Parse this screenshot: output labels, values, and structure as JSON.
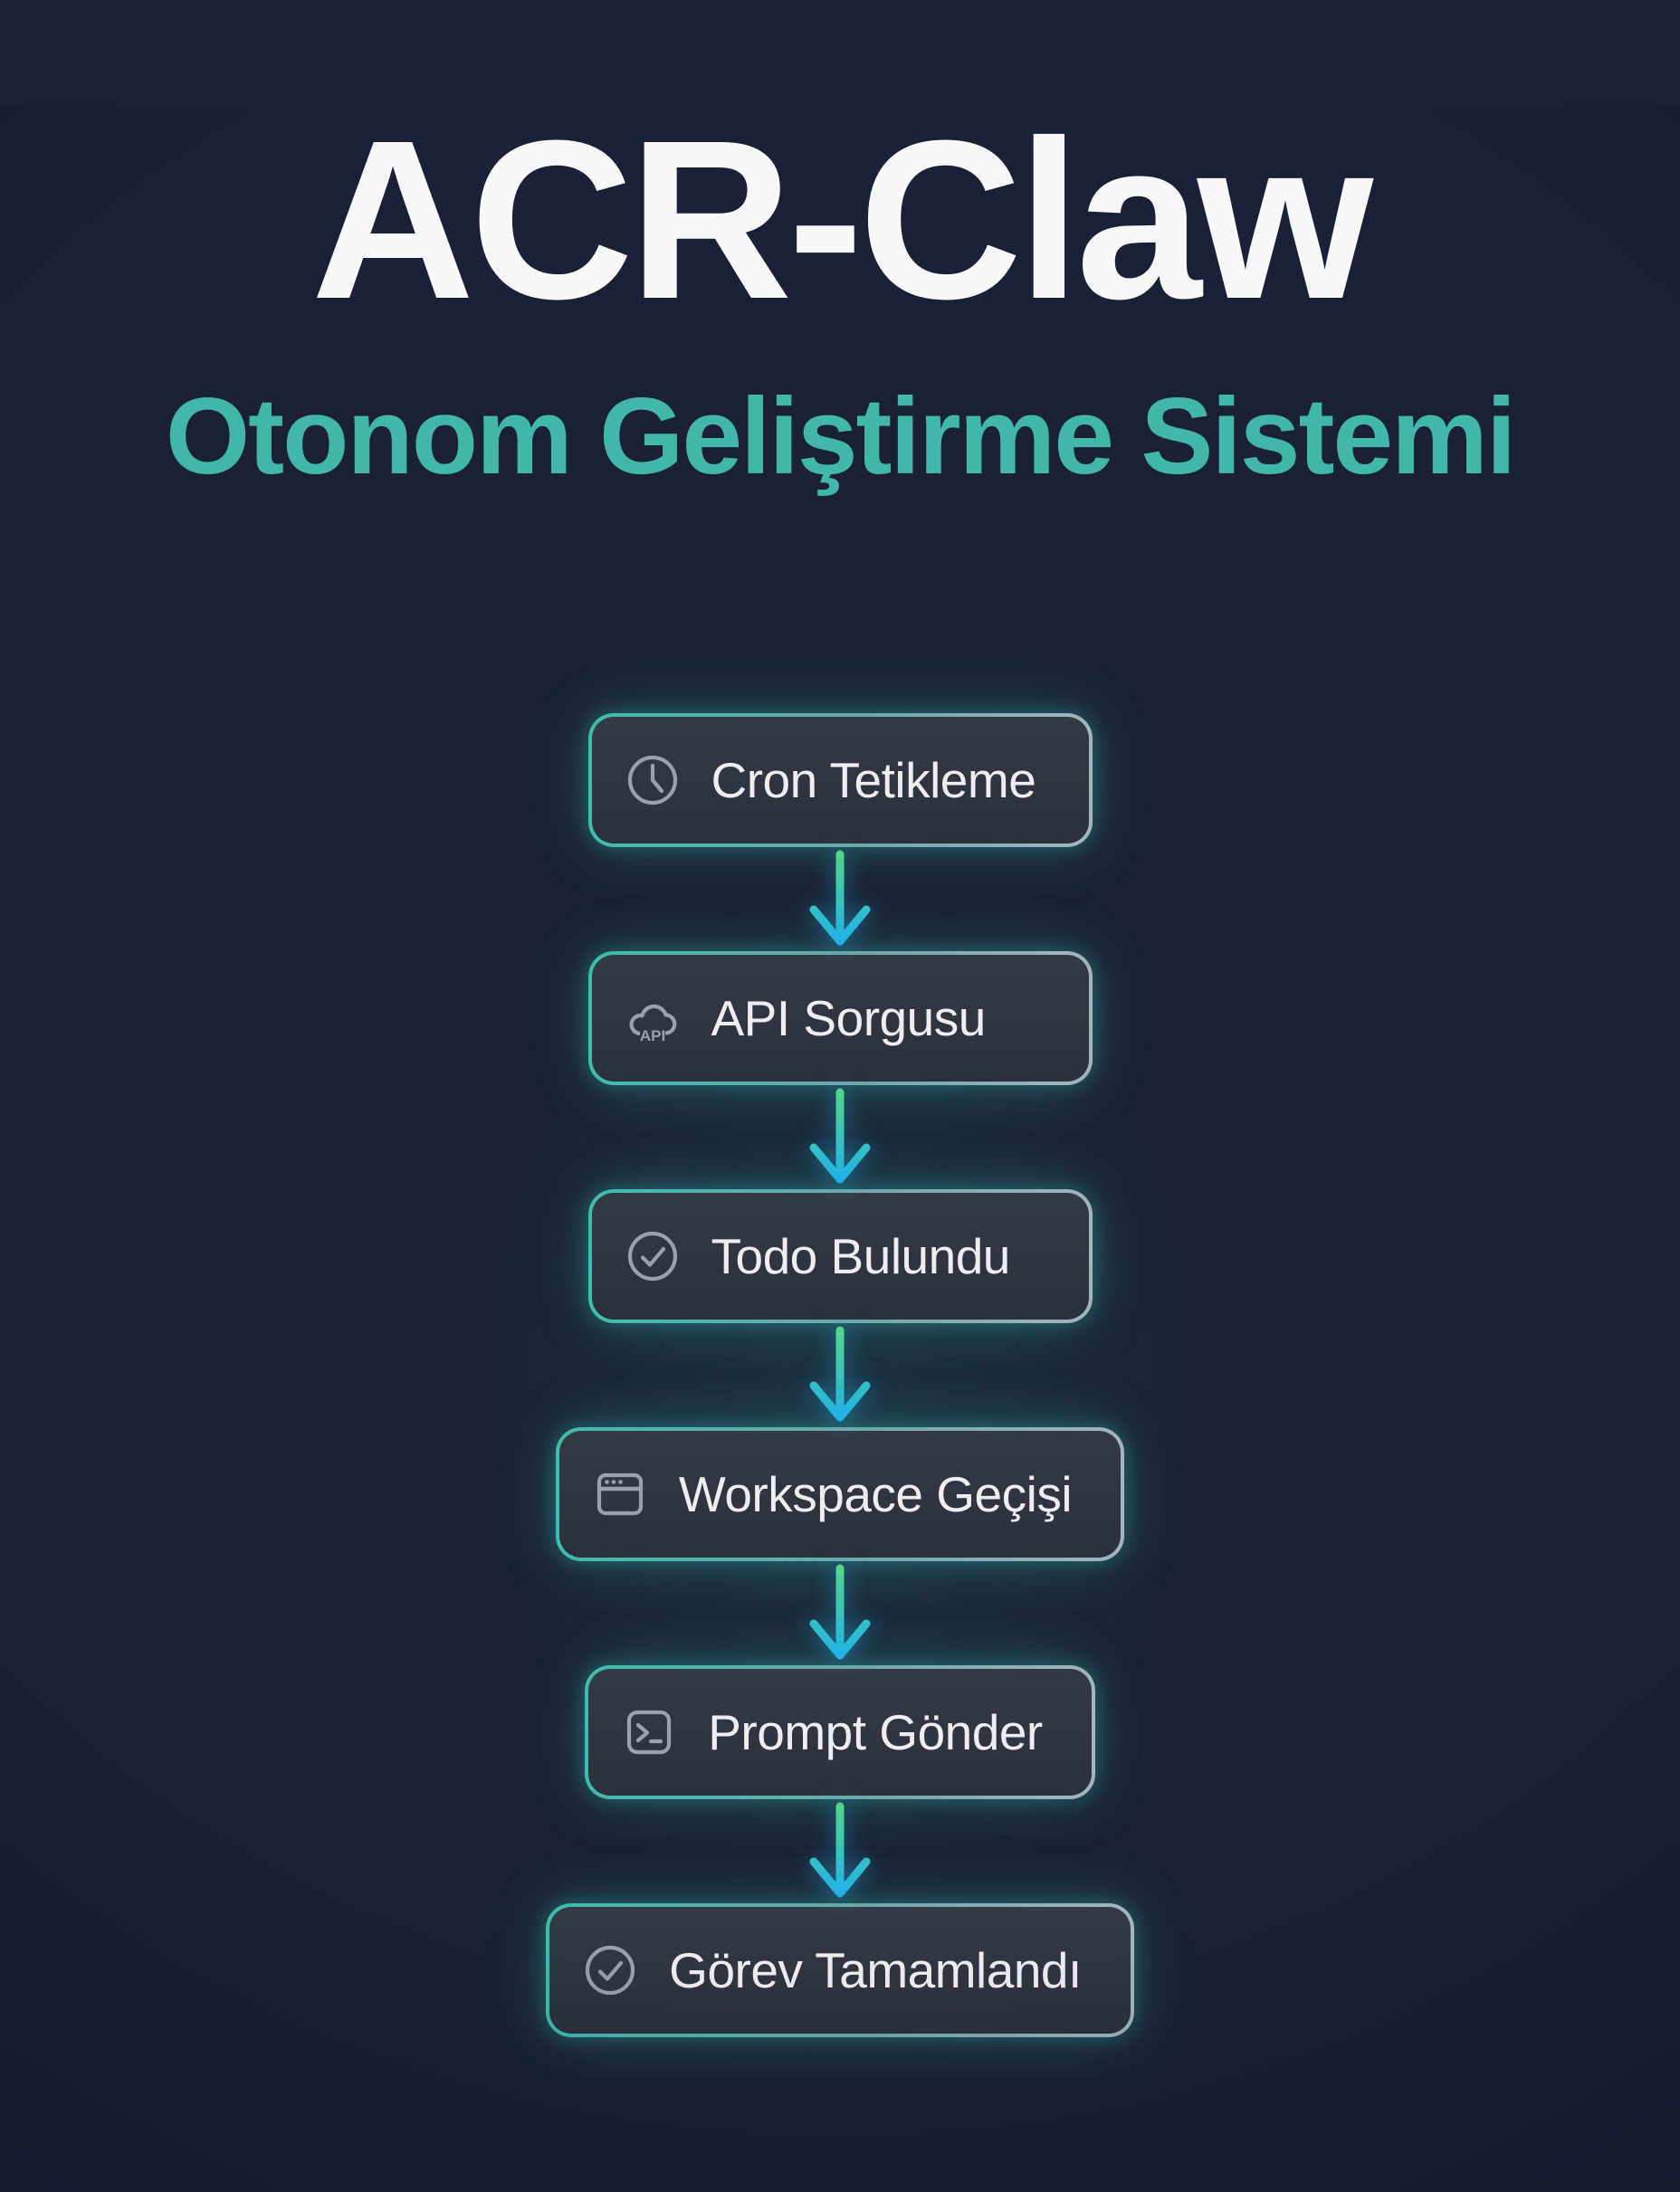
{
  "header": {
    "title": "ACR-Claw",
    "subtitle": "Otonom Geliştirme Sistemi"
  },
  "flow": {
    "steps": [
      {
        "name": "cron-trigger",
        "icon": "clock-icon",
        "label": "Cron Tetikleme"
      },
      {
        "name": "api-query",
        "icon": "api-cloud-icon",
        "label": "API Sorgusu",
        "icon_text": "API"
      },
      {
        "name": "todo-found",
        "icon": "check-circle-icon",
        "label": "Todo Bulundu"
      },
      {
        "name": "workspace-switch",
        "icon": "browser-window-icon",
        "label": "Workspace Geçişi"
      },
      {
        "name": "send-prompt",
        "icon": "terminal-icon",
        "label": "Prompt Gönder"
      },
      {
        "name": "task-completed",
        "icon": "check-circle-icon",
        "label": "Görev Tamamlandı"
      }
    ]
  },
  "colors": {
    "background": "#1a2136",
    "title_white": "#f7f8fa",
    "accent_teal": "#41b6aa",
    "box_fill_top": "#343a45",
    "box_fill_bottom": "#2b313b",
    "border_teal": "#3fbcaf",
    "border_gray": "#a3b5bf",
    "icon_gray": "#97a2ac",
    "box_text": "#eceef1",
    "arrow_green": "#52d58b",
    "arrow_cyan": "#21b2e8"
  }
}
